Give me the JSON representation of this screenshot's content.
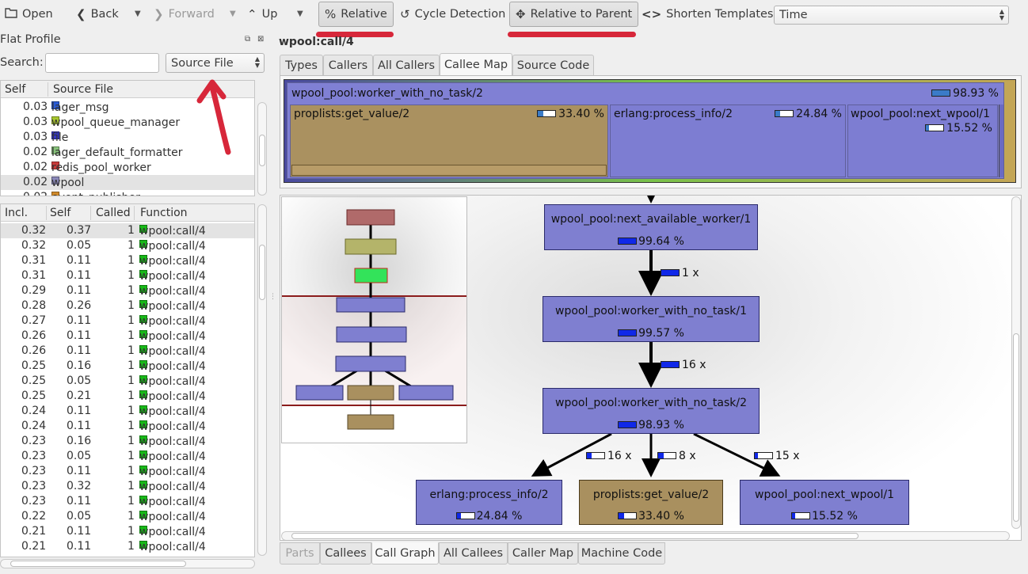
{
  "toolbar": {
    "open": "Open",
    "back": "Back",
    "forward": "Forward",
    "up": "Up",
    "relative": "Relative",
    "cycle_detection": "Cycle Detection",
    "relative_to_parent": "Relative to Parent",
    "shorten_templates": "Shorten Templates",
    "event_type": "Time",
    "icons": {
      "open": "folder-icon",
      "back": "chevron-left-icon",
      "forward": "chevron-right-icon",
      "up": "chevron-up-icon",
      "relative": "percent-icon",
      "cycle": "cycle-icon",
      "relative_parent": "move-icon",
      "shorten": "angle-brackets-icon"
    }
  },
  "flat_profile": {
    "title": "Flat Profile",
    "search_label": "Search:",
    "search_value": "",
    "grouping": "Source File",
    "group_headers": [
      "Self",
      "Source File"
    ],
    "groups": [
      {
        "self": "0.03",
        "name": "lager_msg",
        "color": "#2a5bd6"
      },
      {
        "self": "0.03",
        "name": "wpool_queue_manager",
        "color": "#a8c62e"
      },
      {
        "self": "0.03",
        "name": "file",
        "color": "#3337c2"
      },
      {
        "self": "0.02",
        "name": "lager_default_formatter",
        "color": "#89c47c"
      },
      {
        "self": "0.02",
        "name": "redis_pool_worker",
        "color": "#c83a3a"
      },
      {
        "self": "0.02",
        "name": "wpool",
        "color": "#8a88b8"
      },
      {
        "self": "0.02",
        "name": "event_publisher",
        "color": "#d08a2a"
      }
    ],
    "func_headers": [
      "Incl.",
      "Self",
      "Called",
      "Function"
    ],
    "functions": [
      {
        "incl": "0.32",
        "self": "0.37",
        "called": "1",
        "name": "wpool:call/4"
      },
      {
        "incl": "0.32",
        "self": "0.05",
        "called": "1",
        "name": "wpool:call/4"
      },
      {
        "incl": "0.31",
        "self": "0.11",
        "called": "1",
        "name": "wpool:call/4"
      },
      {
        "incl": "0.31",
        "self": "0.11",
        "called": "1",
        "name": "wpool:call/4"
      },
      {
        "incl": "0.29",
        "self": "0.11",
        "called": "1",
        "name": "wpool:call/4"
      },
      {
        "incl": "0.28",
        "self": "0.26",
        "called": "1",
        "name": "wpool:call/4"
      },
      {
        "incl": "0.27",
        "self": "0.11",
        "called": "1",
        "name": "wpool:call/4"
      },
      {
        "incl": "0.26",
        "self": "0.11",
        "called": "1",
        "name": "wpool:call/4"
      },
      {
        "incl": "0.26",
        "self": "0.11",
        "called": "1",
        "name": "wpool:call/4"
      },
      {
        "incl": "0.25",
        "self": "0.16",
        "called": "1",
        "name": "wpool:call/4"
      },
      {
        "incl": "0.25",
        "self": "0.05",
        "called": "1",
        "name": "wpool:call/4"
      },
      {
        "incl": "0.25",
        "self": "0.21",
        "called": "1",
        "name": "wpool:call/4"
      },
      {
        "incl": "0.24",
        "self": "0.11",
        "called": "1",
        "name": "wpool:call/4"
      },
      {
        "incl": "0.24",
        "self": "0.11",
        "called": "1",
        "name": "wpool:call/4"
      },
      {
        "incl": "0.23",
        "self": "0.16",
        "called": "1",
        "name": "wpool:call/4"
      },
      {
        "incl": "0.23",
        "self": "0.05",
        "called": "1",
        "name": "wpool:call/4"
      },
      {
        "incl": "0.23",
        "self": "0.11",
        "called": "1",
        "name": "wpool:call/4"
      },
      {
        "incl": "0.23",
        "self": "0.32",
        "called": "1",
        "name": "wpool:call/4"
      },
      {
        "incl": "0.23",
        "self": "0.11",
        "called": "1",
        "name": "wpool:call/4"
      },
      {
        "incl": "0.22",
        "self": "0.05",
        "called": "1",
        "name": "wpool:call/4"
      },
      {
        "incl": "0.21",
        "self": "0.11",
        "called": "1",
        "name": "wpool:call/4"
      },
      {
        "incl": "0.21",
        "self": "0.11",
        "called": "1",
        "name": "wpool:call/4"
      }
    ]
  },
  "detail": {
    "title": "wpool:call/4",
    "top_tabs": [
      "Types",
      "Callers",
      "All Callers",
      "Callee Map",
      "Source Code"
    ],
    "active_top_tab": "Callee Map",
    "bottom_tabs": [
      "Parts",
      "Callees",
      "Call Graph",
      "All Callees",
      "Caller Map",
      "Machine Code"
    ],
    "active_bottom_tab": "Call Graph",
    "callee_map": {
      "root": {
        "name": "wpool_pool:worker_with_no_task/2",
        "pct": "98.93 %",
        "fill": 0.99
      },
      "children": [
        {
          "name": "proplists:get_value/2",
          "pct": "33.40 %",
          "fill": 0.33,
          "color": "#a9905f"
        },
        {
          "name": "erlang:process_info/2",
          "pct": "24.84 %",
          "fill": 0.25,
          "color": "#7d7dd2"
        },
        {
          "name": "wpool_pool:next_wpool/1",
          "pct": "15.52 %",
          "fill": 0.16,
          "color": "#7d7dd2"
        }
      ]
    },
    "call_graph": {
      "nodes": [
        {
          "name": "wpool_pool:next_available_worker/1",
          "pct": "99.64 %",
          "fill": 0.996
        },
        {
          "name": "wpool_pool:worker_with_no_task/1",
          "pct": "99.57 %",
          "fill": 0.996
        },
        {
          "name": "wpool_pool:worker_with_no_task/2",
          "pct": "98.93 %",
          "fill": 0.99
        },
        {
          "name": "erlang:process_info/2",
          "pct": "24.84 %",
          "fill": 0.25
        },
        {
          "name": "proplists:get_value/2",
          "pct": "33.40 %",
          "fill": 0.33
        },
        {
          "name": "wpool_pool:next_wpool/1",
          "pct": "15.52 %",
          "fill": 0.16
        }
      ],
      "edges": [
        {
          "label": "1 x",
          "fill": 1.0
        },
        {
          "label": "16 x",
          "fill": 1.0
        },
        {
          "label": "16 x",
          "fill": 0.25
        },
        {
          "label": "8 x",
          "fill": 0.33
        },
        {
          "label": "15 x",
          "fill": 0.16
        }
      ]
    }
  },
  "colors": {
    "node_purple": "#7f7fd0",
    "node_tan": "#a9905f",
    "annotation_red": "#d7273a",
    "highlight_green": "#33e35a"
  }
}
